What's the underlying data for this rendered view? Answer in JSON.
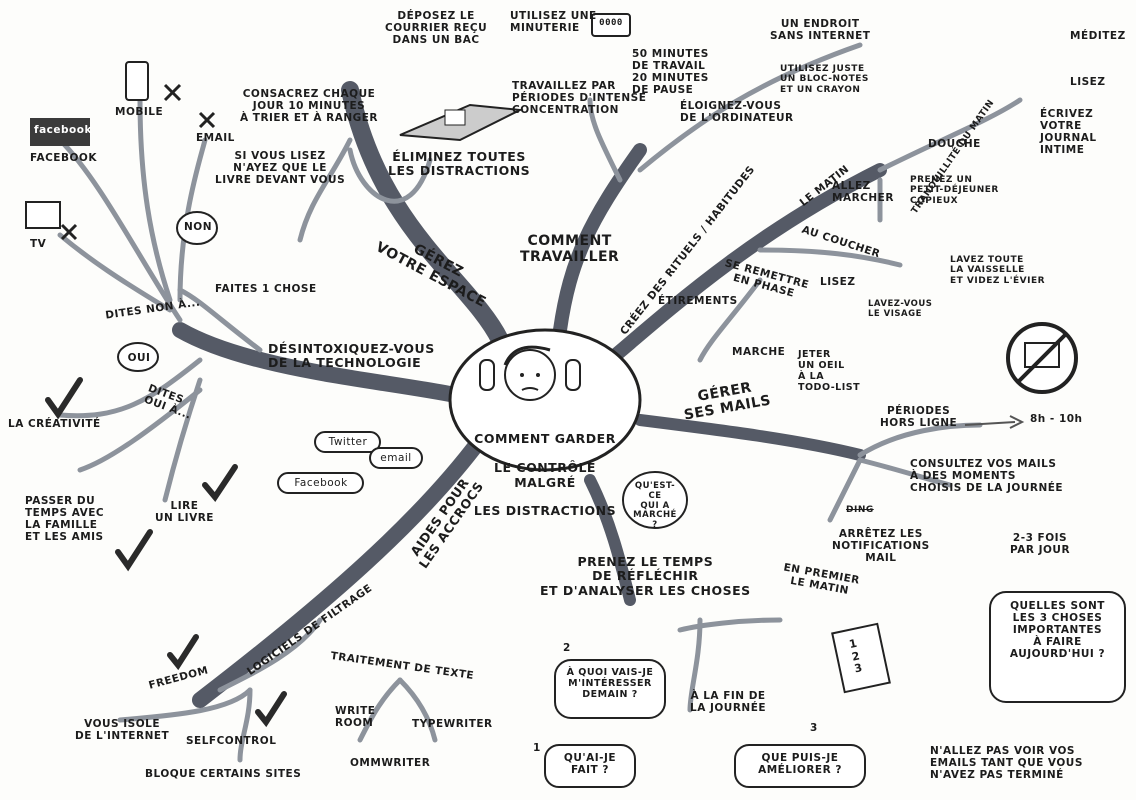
{
  "center": {
    "line1": "COMMENT GARDER",
    "line2": "LE CONTRÔLE MALGRÉ",
    "line3": "LES DISTRACTIONS"
  },
  "branches": {
    "gerez_espace": {
      "label": "GÉREZ\nVOTRE ESPACE"
    },
    "desintox": {
      "label": "DÉSINTOXIQUEZ-VOUS\nDE LA TECHNOLOGIE"
    },
    "aides": {
      "label": "AIDES POUR\nLES ACCROCS"
    },
    "comment_travailler": {
      "label": "COMMENT\nTRAVAILLER"
    },
    "rituels": {
      "label": "CRÉEZ DES RITUELS / HABITUDES"
    },
    "gerer_mails": {
      "label": "GÉRER\nSES MAILS"
    },
    "reflechir": {
      "label": "PRENEZ LE TEMPS\nDE RÉFLÉCHIR\nET D'ANALYSER LES CHOSES"
    }
  },
  "gerez_espace": {
    "deposez": "DÉPOSEZ LE\nCOURRIER REÇU\nDANS UN BAC",
    "consacrez": "CONSACREZ CHAQUE\nJOUR 10 MINUTES\nÀ TRIER ET À RANGER",
    "eliminez": "ÉLIMINEZ TOUTES\nLES DISTRACTIONS",
    "si_vous_lisez": "SI VOUS LISEZ\nN'AYEZ QUE LE\nLIVRE DEVANT VOUS",
    "faites": "FAITES 1 CHOSE"
  },
  "dites_non": {
    "label": "DITES NON À...",
    "bubble": "NON",
    "mobile": "MOBILE",
    "email": "EMAIL",
    "facebook": "FACEBOOK",
    "facebook_logo": "facebook",
    "tv": "TV"
  },
  "dites_oui": {
    "label": "DITES\nOUI À...",
    "bubble": "OUI",
    "creativite": "LA CRÉATIVITÉ",
    "lire": "LIRE\nUN LIVRE",
    "passer": "PASSER DU\nTEMPS AVEC\nLA FAMILLE\nET LES AMIS"
  },
  "aides": {
    "twitter": "Twitter",
    "email": "email",
    "facebook": "Facebook",
    "logiciels": "LOGICIELS DE FILTRAGE",
    "freedom": "FREEDOM",
    "vous_isole": "VOUS ISOLE\nDE L'INTERNET",
    "selfcontrol": "SELFCONTROL",
    "bloque": "BLOQUE CERTAINS SITES",
    "traitement": "TRAITEMENT DE TEXTE",
    "writeroom": "WRITE\nROOM",
    "typewriter": "TYPEWRITER",
    "ommwriter": "OMMWRITER"
  },
  "travailler": {
    "minuterie": "UTILISEZ UNE\nMINUTERIE",
    "timer_display": "0000",
    "travaillez": "TRAVAILLEZ PAR\nPÉRIODES D'INTENSE\nCONCENTRATION",
    "minutes": "50 MINUTES\nDE TRAVAIL\n20 MINUTES\nDE PAUSE",
    "endroit": "UN ENDROIT\nSANS INTERNET",
    "bloc": "UTILISEZ JUSTE\nUN BLOC-NOTES\nET UN CRAYON",
    "eloignez": "ÉLOIGNEZ-VOUS\nDE L'ORDINATEUR"
  },
  "rituels": {
    "le_matin": "LE MATIN",
    "tranquillite": "TRANQUILLITÉ DU MATIN",
    "meditez": "MÉDITEZ",
    "lisez": "LISEZ",
    "ecrivez": "ÉCRIVEZ VOTRE\nJOURNAL\nINTIME",
    "douche": "DOUCHE",
    "allez": "ALLEZ\nMARCHER",
    "petit_dej": "PRENEZ UN\nPETIT-DÉJEUNER\nCOPIEUX",
    "au_coucher": "AU COUCHER",
    "lisez2": "LISEZ",
    "lavez": "LAVEZ TOUTE\nLA VAISSELLE\nET VIDEZ L'ÉVIER",
    "lavez_visage": "LAVEZ-VOUS\nLE VISAGE",
    "se_remettre": "SE REMETTRE\nEN PHASE",
    "etirements": "ÉTIREMENTS",
    "marche": "MARCHE",
    "jeter": "JETER\nUN OEIL\nÀ LA\nTODO-LIST"
  },
  "mails": {
    "periodes": "PÉRIODES\nHORS LIGNE",
    "horaire": "8h - 10h",
    "consultez": "CONSULTEZ VOS MAILS\nÀ DES MOMENTS\nCHOISIS DE LA JOURNÉE",
    "fois": "2-3 FOIS\nPAR JOUR",
    "arretez": "ARRÊTEZ LES\nNOTIFICATIONS\nMAIL",
    "ding": "DING"
  },
  "reflechir": {
    "question": "QU'EST-CE\nQUI A\nMARCHÉ ?",
    "en_premier": "EN PREMIER\nLE MATIN",
    "quelles": "QUELLES SONT\nLES 3 CHOSES\nIMPORTANTES\nÀ FAIRE\nAUJOURD'HUI ?",
    "a_la_fin": "À LA FIN DE\nLA JOURNÉE",
    "a_quoi": "À QUOI VAIS-JE\nM'INTÉRESSER\nDEMAIN ?",
    "quai_je": "QU'AI-JE\nFAIT ?",
    "que_puis": "QUE PUIS-JE\nAMÉLIORER ?",
    "n1": "1",
    "n2": "2",
    "n3": "3",
    "nallez": "N'ALLEZ PAS VOIR VOS\nEMAILS TANT QUE VOUS\nN'AVEZ PAS TERMINÉ",
    "list_nums": "1\n2\n3"
  },
  "colors": {
    "branch": "#555a66",
    "twig": "#8d939c",
    "ink": "#1c1c1c",
    "check": "#2a2a2a"
  }
}
